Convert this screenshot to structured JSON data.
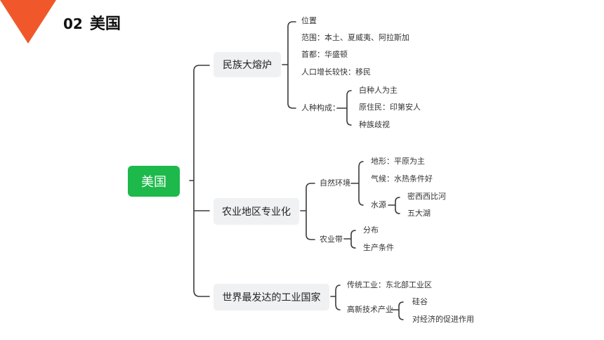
{
  "header": {
    "number": "02",
    "title": "美国",
    "accent_color": "#f0582b"
  },
  "mindmap": {
    "root": "美国",
    "root_color": "#1db94a",
    "branch1": {
      "label": "民族大熔炉",
      "items": [
        "位置",
        "范围：本土、夏威夷、阿拉斯加",
        "首都：华盛顿",
        "人口增长较快：移民"
      ],
      "race": {
        "label": "人种构成：",
        "items": [
          "白种人为主",
          "原住民：印第安人",
          "种族歧视"
        ]
      }
    },
    "branch2": {
      "label": "农业地区专业化",
      "nature": {
        "label": "自然环境",
        "items": [
          "地形：平原为主",
          "气候：水热条件好"
        ],
        "water": {
          "label": "水源",
          "items": [
            "密西西比河",
            "五大湖"
          ]
        }
      },
      "belt": {
        "label": "农业带",
        "items": [
          "分布",
          "生产条件"
        ]
      }
    },
    "branch3": {
      "label": "世界最发达的工业国家",
      "traditional": "传统工业：东北部工业区",
      "hightech": {
        "label": "高新技术产业",
        "items": [
          "硅谷",
          "对经济的促进作用"
        ]
      }
    }
  }
}
